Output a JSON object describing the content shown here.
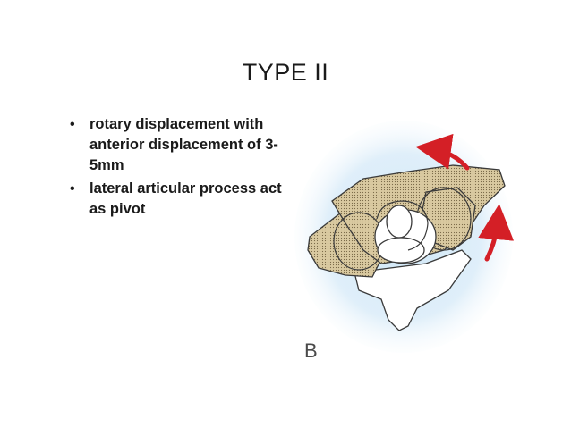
{
  "slide": {
    "title": "TYPE II",
    "bullets": [
      "rotary displacement with anterior displacement of 3-5mm",
      "lateral articular process act as pivot"
    ]
  },
  "figure": {
    "label": "B",
    "colors": {
      "glow": "#cfe7f7",
      "bone_fill": "#d9c9a0",
      "outline": "#3a3a3a",
      "arrow": "#d41f26"
    }
  }
}
